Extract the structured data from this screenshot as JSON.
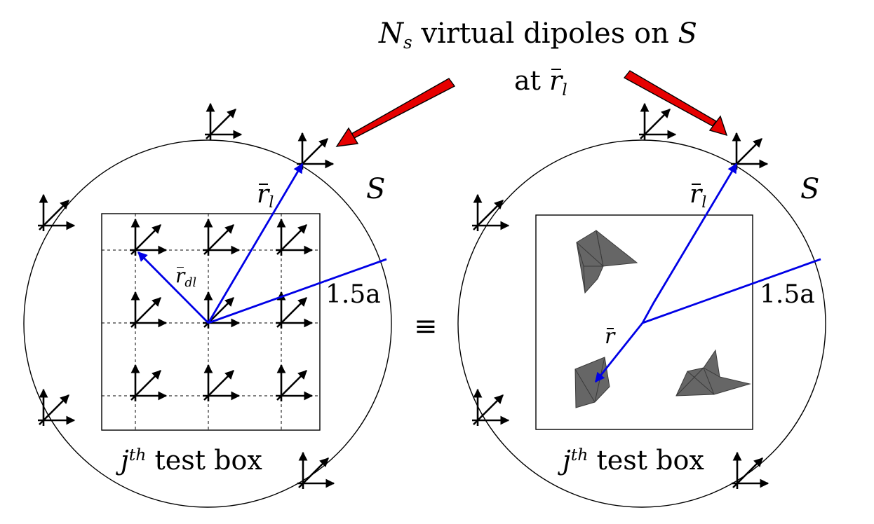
{
  "title": {
    "line1_symbol": "N",
    "line1_sub": "s",
    "line1_text": "virtual dipoles on",
    "line1_surface": "S",
    "line2_text": "at",
    "line2_symbol": "r",
    "line2_sub": "l"
  },
  "left_panel": {
    "surface_label": "S",
    "rl_symbol": "r",
    "rl_sub": "l",
    "rdl_symbol": "r",
    "rdl_sub": "dl",
    "radius_label": "1.5a",
    "box_caption_j": "j",
    "box_caption_sup": "th",
    "box_caption_text": "test box"
  },
  "equivalence_symbol": "≡",
  "right_panel": {
    "surface_label": "S",
    "rl_symbol": "r",
    "rl_sub": "l",
    "r_symbol": "r",
    "radius_label": "1.5a",
    "box_caption_j": "j",
    "box_caption_sup": "th",
    "box_caption_text": "test box"
  },
  "colors": {
    "vector": "#0000e6",
    "pointer_arrow": "#e60000",
    "mesh_fill": "#666666",
    "line": "#000000"
  }
}
